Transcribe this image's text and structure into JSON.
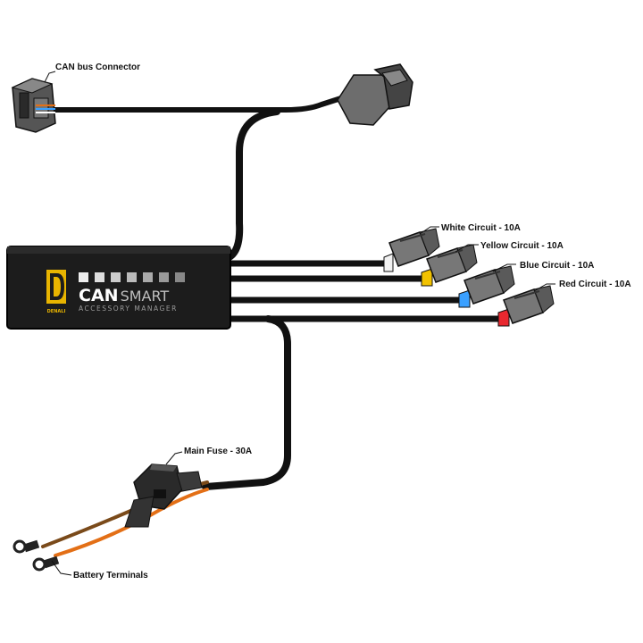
{
  "colors": {
    "cable": "#111111",
    "module": "#1c1c1c",
    "brand_accent": "#e8b400",
    "white_circuit": "#f2f2f2",
    "yellow_circuit": "#f2c200",
    "blue_circuit": "#3aa0ff",
    "red_circuit": "#e8282f",
    "battery_wire_brown": "#7a4a1a",
    "battery_wire_orange": "#e36f16"
  },
  "module": {
    "logo_brand": "DENALI",
    "product_name_primary": "CAN",
    "product_name_secondary": "SMART",
    "subtitle": "ACCESSORY MANAGER",
    "indicator_count": 7
  },
  "labels": {
    "can_bus": "CAN bus Connector",
    "white": "White Circuit - 10A",
    "yellow": "Yellow Circuit - 10A",
    "blue": "Blue Circuit - 10A",
    "red": "Red Circuit - 10A",
    "main_fuse": "Main Fuse - 30A",
    "battery": "Battery Terminals"
  },
  "icons": {
    "can_connector": "connector-icon",
    "fuse": "fuse-icon",
    "ring_terminal": "ring-terminal-icon"
  }
}
